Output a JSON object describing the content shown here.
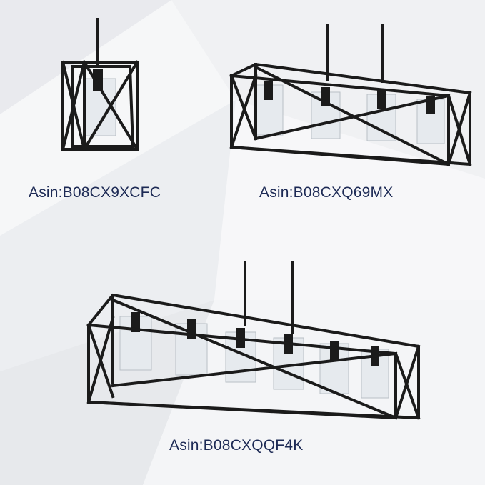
{
  "colors": {
    "background": "#f1f2f4",
    "label_text": "#1d2a55",
    "fixture_metal": "#1b1b1b",
    "glass": "#e9edf0"
  },
  "products": [
    {
      "id": "single-pendant",
      "lights": 1,
      "asin_label": "Asin:B08CX9XCFC"
    },
    {
      "id": "four-light-chandelier",
      "lights": 4,
      "asin_label": "Asin:B08CXQ69MX"
    },
    {
      "id": "six-light-chandelier",
      "lights": 6,
      "asin_label": "Asin:B08CXQQF4K"
    }
  ]
}
